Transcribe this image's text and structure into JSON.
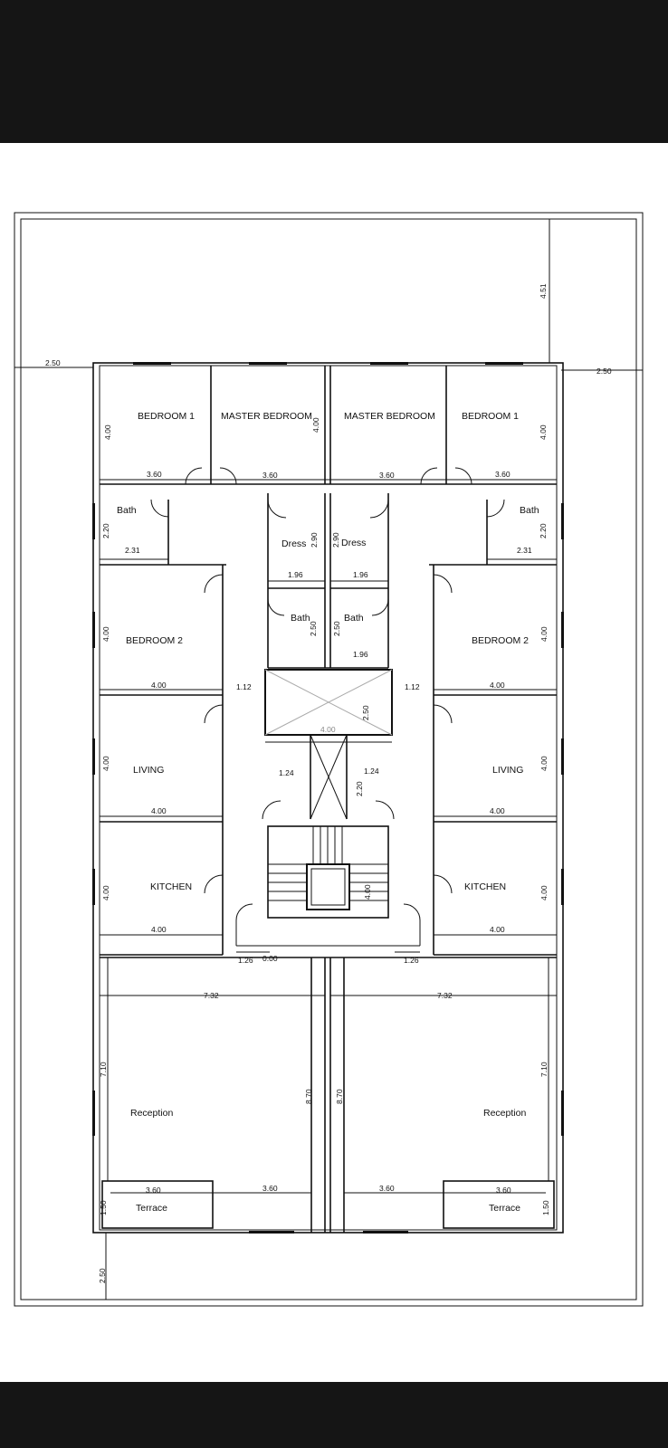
{
  "rooms": {
    "bedroom1_left": "BEDROOM 1",
    "master_left": "MASTER BEDROOM",
    "master_right": "MASTER BEDROOM",
    "bedroom1_right": "BEDROOM 1",
    "bath_left": "Bath",
    "bath_right": "Bath",
    "dress_left": "Dress",
    "dress_right": "Dress",
    "bath_center_left": "Bath",
    "bath_center_right": "Bath",
    "bedroom2_left": "BEDROOM 2",
    "bedroom2_right": "BEDROOM 2",
    "living_left": "LIVING",
    "living_right": "LIVING",
    "kitchen_left": "KITCHEN",
    "kitchen_right": "KITCHEN",
    "reception_left": "Reception",
    "reception_right": "Reception",
    "terrace_left": "Terrace",
    "terrace_right": "Terrace"
  },
  "dimensions": {
    "setback_top_left": "2.50",
    "setback_top_right": "2.50",
    "setback_side": "4.51",
    "setback_bottom": "2.50",
    "bed1_left_h": "4.00",
    "master_left_h": "4.00",
    "bed1_right_h": "4.00",
    "bed1_left_w": "3.60",
    "master_left_w": "3.60",
    "master_right_w": "3.60",
    "bed1_right_w": "3.60",
    "bath_left_h": "2.20",
    "bath_right_h": "2.20",
    "bath_left_w": "2.31",
    "bath_right_w": "2.31",
    "dress_left_h": "2.90",
    "dress_right_h": "2.90",
    "dress_left_w": "1.96",
    "dress_right_w": "1.96",
    "bathc_left_h": "2.50",
    "bathc_right_h": "2.50",
    "bathc_w": "1.96",
    "bed2_left_h": "4.00",
    "bed2_right_h": "4.00",
    "bed2_left_w": "4.00",
    "bed2_right_w": "4.00",
    "corridor_left": "1.12",
    "corridor_right": "1.12",
    "elevator_w": "4.00",
    "elevator_h": "2.50",
    "lobby_left_w": "1.24",
    "lobby_right_w": "1.24",
    "lobby_h": "2.20",
    "living_left_h": "4.00",
    "living_right_h": "4.00",
    "living_left_w": "4.00",
    "living_right_w": "4.00",
    "kitchen_left_h": "4.00",
    "kitchen_right_h": "4.00",
    "kitchen_left_w": "4.00",
    "kitchen_right_w": "4.00",
    "stair_h": "4.00",
    "landing_left": "1.26",
    "landing_right": "1.26",
    "landing_mid": "0.00",
    "reception_left_w": "7.32",
    "reception_right_w": "7.32",
    "reception_left_h": "7.10",
    "reception_right_h": "7.10",
    "reception_center_left_h": "8.70",
    "reception_center_right_h": "8.70",
    "terrace_left_w": "3.60",
    "terrace_right_w": "3.60",
    "reception_bottom_left_w": "3.60",
    "reception_bottom_right_w": "3.60",
    "terrace_left_h": "1.50",
    "terrace_right_h": "1.50"
  }
}
